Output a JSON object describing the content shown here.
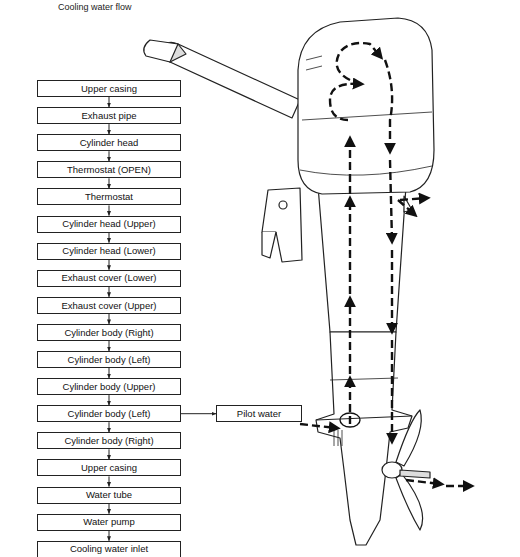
{
  "diagram": {
    "nodes": [
      {
        "text": [
          "Upper casing"
        ]
      },
      {
        "text": [
          "Exhaust pipe"
        ]
      },
      {
        "text": [
          "Cylinder head"
        ]
      },
      {
        "text": [
          "Thermostat (OPEN)"
        ]
      },
      {
        "text": [
          "Thermostat"
        ]
      },
      {
        "text": [
          "Cylinder head (Upper)"
        ]
      },
      {
        "text": [
          "Cylinder head (Lower)"
        ]
      },
      {
        "text": [
          "Exhaust cover (Lower)"
        ]
      },
      {
        "text": [
          "Exhaust cover (Upper)"
        ]
      },
      {
        "text": [
          "Cylinder body (Right)"
        ]
      },
      {
        "text": [
          "Cylinder body (Left)"
        ]
      },
      {
        "text": [
          "Cylinder body (Upper)"
        ]
      },
      {
        "text": [
          "Cylinder body (Left)"
        ]
      },
      {
        "text": [
          "Pilot water"
        ]
      },
      {
        "text": [
          "Cylinder body (Right)"
        ]
      },
      {
        "text": [
          "Upper casing"
        ]
      },
      {
        "text": [
          "Water tube"
        ]
      },
      {
        "text": [
          "Water pump"
        ]
      },
      {
        "text": [
          "Cooling water inlet"
        ]
      }
    ],
    "edges": [
      {
        "from": 0,
        "to": 1,
        "arrow": "to"
      },
      {
        "from": 1,
        "to": 2,
        "arrow": "to"
      },
      {
        "from": 2,
        "to": 3,
        "arrow": "to"
      },
      {
        "from": 3,
        "to": 4,
        "arrow": "to"
      },
      {
        "from": 4,
        "to": 5,
        "arrow": "to"
      },
      {
        "from": 5,
        "to": 6,
        "arrow": "to"
      },
      {
        "from": 6,
        "to": 7,
        "arrow": "to"
      },
      {
        "from": 7,
        "to": 8,
        "arrow": "to"
      },
      {
        "from": 8,
        "to": 9,
        "arrow": "to"
      },
      {
        "from": 9,
        "to": 10,
        "arrow": "to"
      },
      {
        "from": 10,
        "to": 11,
        "arrow": "to"
      },
      {
        "from": 11,
        "to": 12,
        "arrow": "to"
      },
      {
        "from": 12,
        "to": 13,
        "arrow": "to"
      },
      {
        "from": 12,
        "to": 14,
        "arrow": "to"
      },
      {
        "from": 14,
        "to": 15,
        "arrow": "to"
      },
      {
        "from": 15,
        "to": 16,
        "arrow": "to"
      },
      {
        "from": 16,
        "to": 17,
        "arrow": "to"
      },
      {
        "from": 17,
        "to": 18,
        "arrow": "to"
      }
    ],
    "labels": [
      "Cooling water flow"
    ]
  }
}
